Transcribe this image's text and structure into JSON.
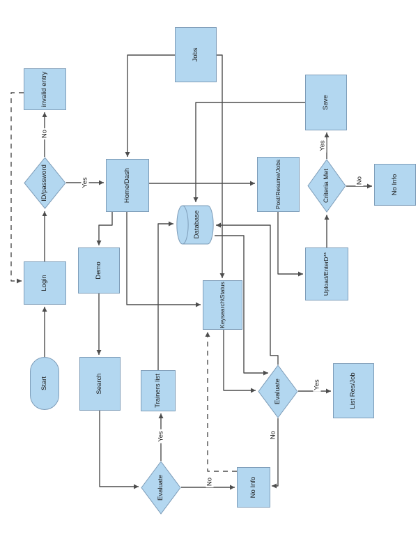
{
  "diagram_type": "flowchart",
  "colors": {
    "node_fill": "#b3d7f0",
    "node_border": "#7d9cb8",
    "edge_stroke": "#4d4d4d",
    "text": "#1a1a1a",
    "background": "#ffffff"
  },
  "nodes": {
    "start": {
      "label": "Start",
      "shape": "terminator"
    },
    "login": {
      "label": "Login",
      "shape": "rect"
    },
    "id_password": {
      "label": "ID/password",
      "shape": "diamond"
    },
    "invalid_entry": {
      "label": "invalid entry",
      "shape": "rect"
    },
    "home_dash": {
      "label": "Home/Dash",
      "shape": "rect"
    },
    "jobs": {
      "label": "Jobs",
      "shape": "rect"
    },
    "demo": {
      "label": "Demo",
      "shape": "rect"
    },
    "search": {
      "label": "Search",
      "shape": "rect"
    },
    "database": {
      "label": "Database",
      "shape": "cylinder"
    },
    "keysearch_status": {
      "label": "Keysearch\\Status",
      "shape": "rect"
    },
    "trainers_list": {
      "label": "Trainers list",
      "shape": "rect"
    },
    "evaluate_search": {
      "label": "Evaluate",
      "shape": "diamond"
    },
    "no_info_search": {
      "label": "No Info",
      "shape": "rect"
    },
    "evaluate_results": {
      "label": "Evaluate",
      "shape": "diamond"
    },
    "list_res_job": {
      "label": "List Res/Job",
      "shape": "rect"
    },
    "post_resume_jobs": {
      "label": "Post/Resume/Jobs",
      "shape": "rect"
    },
    "upload_enterd": {
      "label": "Upload/EnterD**",
      "shape": "rect"
    },
    "criteria_met": {
      "label": "Criteria Met",
      "shape": "diamond"
    },
    "save": {
      "label": "Save",
      "shape": "rect"
    },
    "no_info_criteria": {
      "label": "No Info",
      "shape": "rect"
    }
  },
  "edge_labels": {
    "id_no": "No",
    "id_yes": "Yes",
    "eval1_yes": "Yes",
    "eval1_no": "No",
    "eval2_yes": "Yes",
    "eval2_no": "No",
    "criteria_yes": "Yes",
    "criteria_no": "No"
  },
  "edges": [
    {
      "from": "Start",
      "to": "Login"
    },
    {
      "from": "Login",
      "to": "ID/password"
    },
    {
      "from": "ID/password",
      "to": "invalid entry",
      "label": "No"
    },
    {
      "from": "invalid entry",
      "to": "Login",
      "style": "dashed"
    },
    {
      "from": "ID/password",
      "to": "Home/Dash",
      "label": "Yes"
    },
    {
      "from": "Jobs",
      "to": "Home/Dash"
    },
    {
      "from": "Jobs",
      "to": "Keysearch\\Status"
    },
    {
      "from": "Home/Dash",
      "to": "Post/Resume/Jobs"
    },
    {
      "from": "Home/Dash",
      "to": "Demo"
    },
    {
      "from": "Home/Dash",
      "to": "Keysearch\\Status"
    },
    {
      "from": "Demo",
      "to": "Search"
    },
    {
      "from": "Search",
      "to": "Evaluate"
    },
    {
      "from": "Evaluate",
      "to": "Trainers list",
      "label": "Yes"
    },
    {
      "from": "Evaluate",
      "to": "No Info",
      "label": "No"
    },
    {
      "from": "Trainers list",
      "to": "Database"
    },
    {
      "from": "Keysearch\\Status",
      "to": "Evaluate (results)"
    },
    {
      "from": "Database",
      "to": "Evaluate (results)"
    },
    {
      "from": "Evaluate (results)",
      "to": "Database"
    },
    {
      "from": "Evaluate (results)",
      "to": "List Res/Job",
      "label": "Yes"
    },
    {
      "from": "Evaluate (results)",
      "to": "No Info",
      "label": "No"
    },
    {
      "from": "No Info",
      "to": "Keysearch\\Status",
      "style": "dashed"
    },
    {
      "from": "Post/Resume/Jobs",
      "to": "Upload/EnterD**"
    },
    {
      "from": "Upload/EnterD**",
      "to": "Criteria Met"
    },
    {
      "from": "Criteria Met",
      "to": "Save",
      "label": "Yes"
    },
    {
      "from": "Criteria Met",
      "to": "No Info (criteria)",
      "label": "No"
    },
    {
      "from": "Save",
      "to": "Database"
    }
  ]
}
